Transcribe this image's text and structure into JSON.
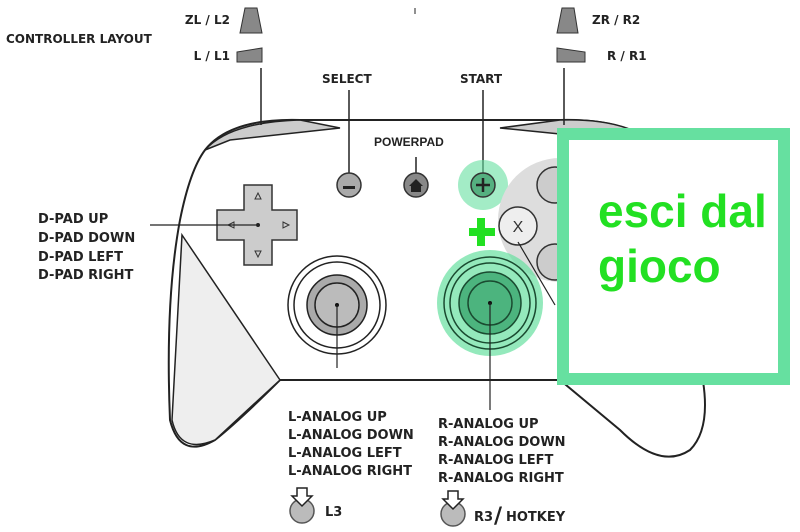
{
  "header": {
    "title": "CONTROLLER LAYOUT"
  },
  "triggers": {
    "zl": "ZL / L2",
    "l": "L / L1",
    "zr": "ZR / R2",
    "r": "R / R1"
  },
  "center_buttons": {
    "select": "SELECT",
    "start": "START",
    "powerpad": "POWERPAD"
  },
  "dpad_labels": [
    "D-PAD UP",
    "D-PAD DOWN",
    "D-PAD LEFT",
    "D-PAD RIGHT"
  ],
  "left_analog_labels": [
    "L-ANALOG UP",
    "L-ANALOG DOWN",
    "L-ANALOG LEFT",
    "L-ANALOG RIGHT"
  ],
  "right_analog_labels": [
    "R-ANALOG UP",
    "R-ANALOG DOWN",
    "R-ANALOG LEFT",
    "R-ANALOG RIGHT"
  ],
  "stick_press": {
    "l3": "L3",
    "r3": "R3",
    "separator": "/",
    "hotkey": "HOTKEY"
  },
  "face_buttons": {
    "x": "X"
  },
  "callout": {
    "line1": "esci dal",
    "line2": "gioco"
  },
  "colors": {
    "highlight": "#66e0a0",
    "callout_text": "#22e022"
  }
}
